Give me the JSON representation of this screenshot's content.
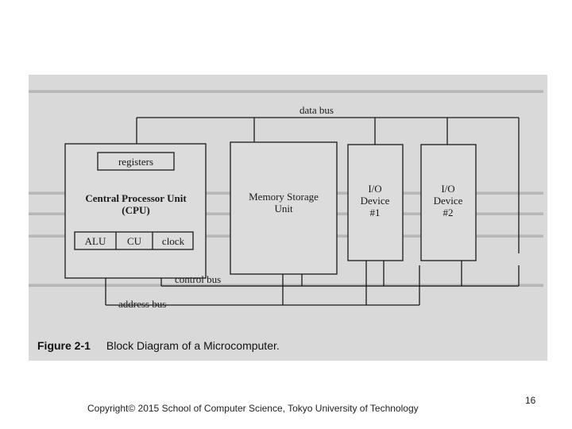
{
  "diagram": {
    "buses": {
      "data": "data bus",
      "control": "control bus",
      "address": "address bus"
    },
    "cpu": {
      "registers": "registers",
      "title_line1": "Central Processor Unit",
      "title_line2": "(CPU)",
      "alu": "ALU",
      "cu": "CU",
      "clock": "clock"
    },
    "memory": {
      "line1": "Memory Storage",
      "line2": "Unit"
    },
    "io1": {
      "line1": "I/O",
      "line2": "Device",
      "line3": "#1"
    },
    "io2": {
      "line1": "I/O",
      "line2": "Device",
      "line3": "#2"
    }
  },
  "caption": {
    "label": "Figure 2-1",
    "text": "Block Diagram of a Microcomputer."
  },
  "footer": {
    "copyright": "Copyright© 2015  School of Computer Science, Tokyo University of Technology",
    "page_number": "16"
  }
}
